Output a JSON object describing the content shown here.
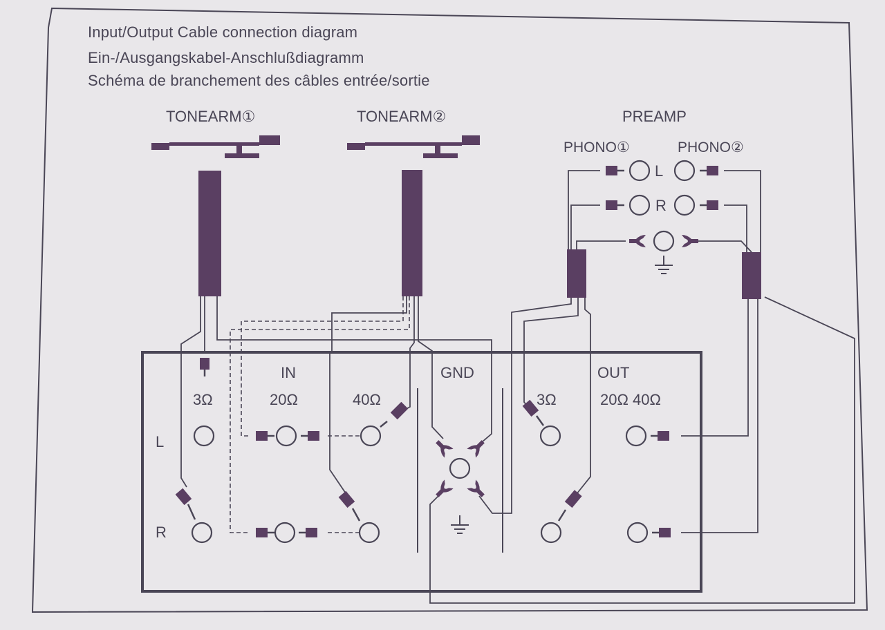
{
  "titles": [
    "Input/Output Cable connection diagram",
    "Ein-/Ausgangskabel-Anschlußdiagramm",
    "Schéma de branchement des câbles entrée/sortie"
  ],
  "labels": {
    "tonearm1": "TONEARM①",
    "tonearm2": "TONEARM②",
    "preamp": "PREAMP",
    "phono1": "PHONO①",
    "phono2": "PHONO②",
    "preamp_l": "L",
    "preamp_r": "R",
    "in": "IN",
    "gnd": "GND",
    "out": "OUT",
    "in_3": "3Ω",
    "in_20": "20Ω",
    "in_40": "40Ω",
    "out_3": "3Ω",
    "out_2040": "20Ω 40Ω",
    "row_l": "L",
    "row_r": "R"
  },
  "colors": {
    "ink": "#4a4656",
    "fill": "#5a3f62",
    "paper": "#e9e7ea"
  }
}
